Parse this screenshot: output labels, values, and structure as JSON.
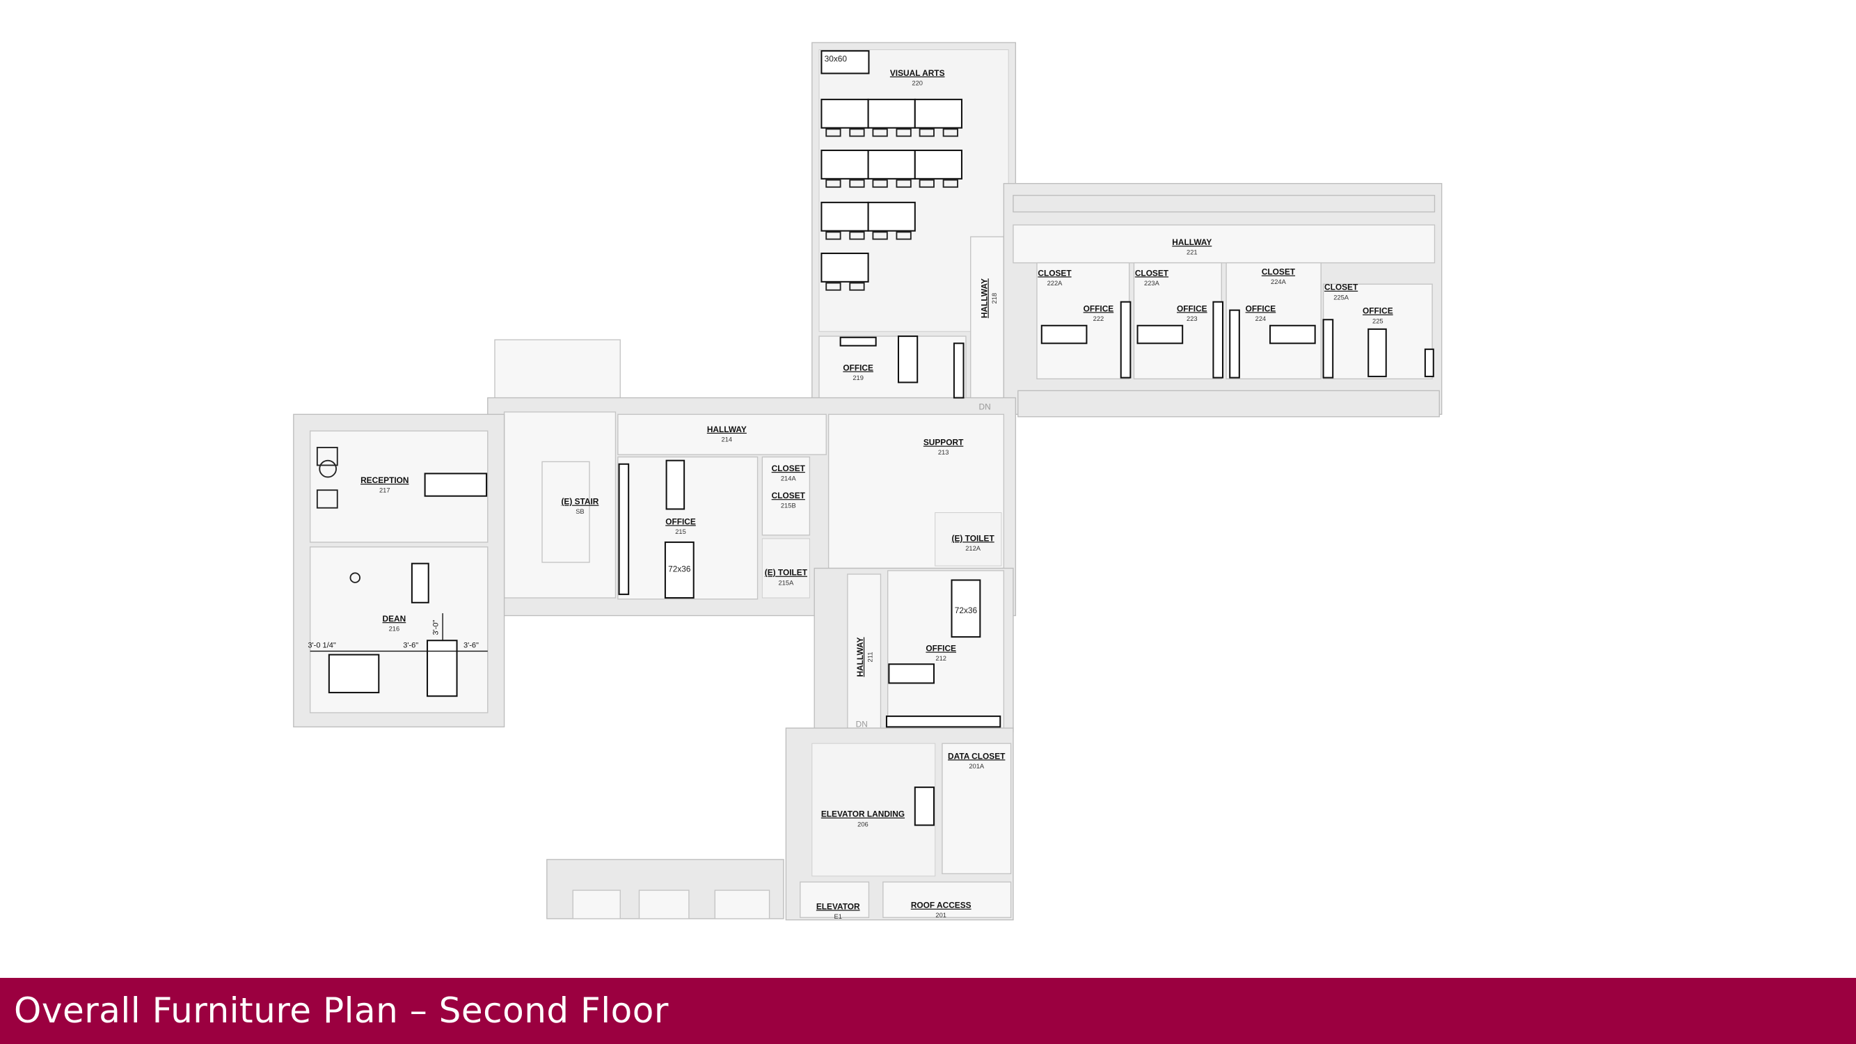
{
  "slide": {
    "title": "Overall Furniture Plan – Second Floor",
    "banner_color": "#9b0040"
  },
  "rooms": {
    "visual_arts": {
      "name": "VISUAL ARTS",
      "number": "220"
    },
    "office_219": {
      "name": "OFFICE",
      "number": "219"
    },
    "hallway_218": {
      "name": "HALLWAY",
      "number": "218"
    },
    "hallway_221": {
      "name": "HALLWAY",
      "number": "221"
    },
    "closet_222a": {
      "name": "CLOSET",
      "number": "222A"
    },
    "office_222": {
      "name": "OFFICE",
      "number": "222"
    },
    "closet_223a": {
      "name": "CLOSET",
      "number": "223A"
    },
    "office_223": {
      "name": "OFFICE",
      "number": "223"
    },
    "closet_224a": {
      "name": "CLOSET",
      "number": "224A"
    },
    "office_224": {
      "name": "OFFICE",
      "number": "224"
    },
    "closet_225a": {
      "name": "CLOSET",
      "number": "225A"
    },
    "office_225": {
      "name": "OFFICE",
      "number": "225"
    },
    "reception": {
      "name": "RECEPTION",
      "number": "217"
    },
    "dean": {
      "name": "DEAN",
      "number": "216"
    },
    "stair": {
      "name": "(E) STAIR",
      "number": "SB"
    },
    "hallway_214": {
      "name": "HALLWAY",
      "number": "214"
    },
    "office_215": {
      "name": "OFFICE",
      "number": "215"
    },
    "closet_214a": {
      "name": "CLOSET",
      "number": "214A"
    },
    "closet_215b": {
      "name": "CLOSET",
      "number": "215B"
    },
    "toilet_215a": {
      "name": "(E) TOILET",
      "number": "215A"
    },
    "support": {
      "name": "SUPPORT",
      "number": "213"
    },
    "toilet_212a": {
      "name": "(E) TOILET",
      "number": "212A"
    },
    "office_212": {
      "name": "OFFICE",
      "number": "212"
    },
    "hallway_211": {
      "name": "HALLWAY",
      "number": "211"
    },
    "elevator_landing": {
      "name": "ELEVATOR LANDING",
      "number": "206"
    },
    "data_closet": {
      "name": "DATA CLOSET",
      "number": "201A"
    },
    "elevator": {
      "name": "ELEVATOR",
      "number": "E1"
    },
    "roof_access": {
      "name": "ROOF ACCESS",
      "number": "201"
    }
  },
  "furniture_labels": {
    "table_30x60": "30x60",
    "table_72x36": "72x36"
  },
  "dimensions": {
    "d1": "3'-0 1/4\"",
    "d2": "3'-6\"",
    "d3": "3'-6\"",
    "d4": "3'-0\""
  },
  "stairs_label": "DN"
}
